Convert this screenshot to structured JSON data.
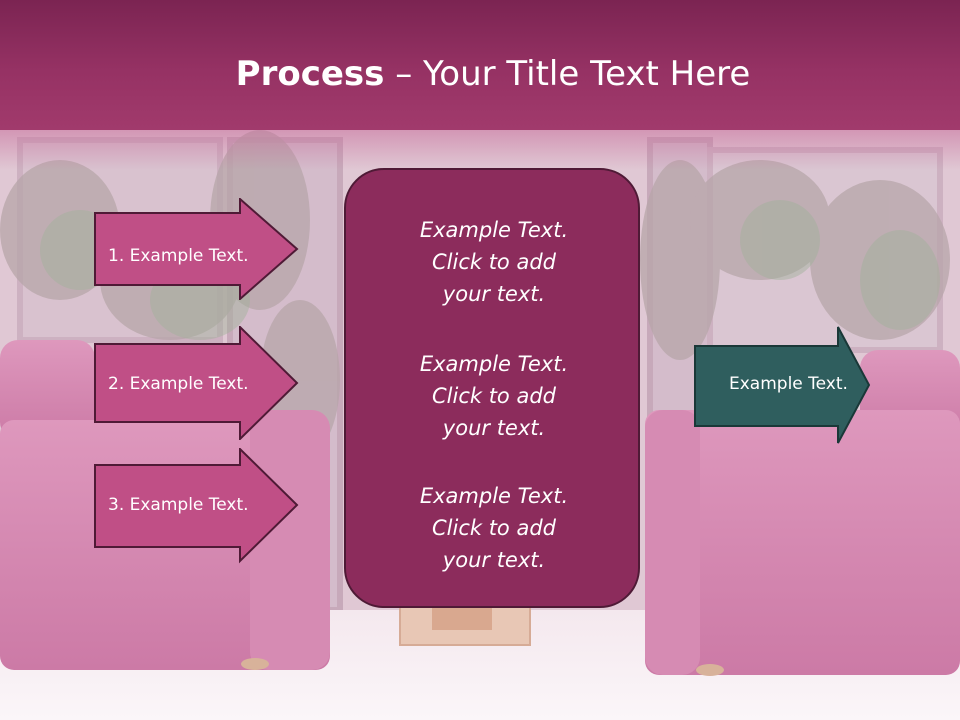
{
  "slide": {
    "title_bold": "Process",
    "title_separator": " – ",
    "title_rest": "Your Title Text Here"
  },
  "left_arrows": [
    {
      "label": "1. Example Text."
    },
    {
      "label": "2. Example Text."
    },
    {
      "label": "3. Example Text."
    }
  ],
  "center_box": {
    "paragraphs": [
      {
        "line1": "Example Text.",
        "line2": "Click  to add",
        "line3": "your text."
      },
      {
        "line1": "Example Text.",
        "line2": "Click  to add",
        "line3": "your text."
      },
      {
        "line1": "Example Text.",
        "line2": "Click  to add",
        "line3": "your text."
      }
    ]
  },
  "right_arrow": {
    "label": "Example Text."
  },
  "colors": {
    "header": "#963264",
    "arrow_fill": "#c04f86",
    "arrow_stroke": "#4f1a36",
    "center_fill": "#8c2c5c",
    "right_arrow_fill": "#2f5e5e"
  }
}
